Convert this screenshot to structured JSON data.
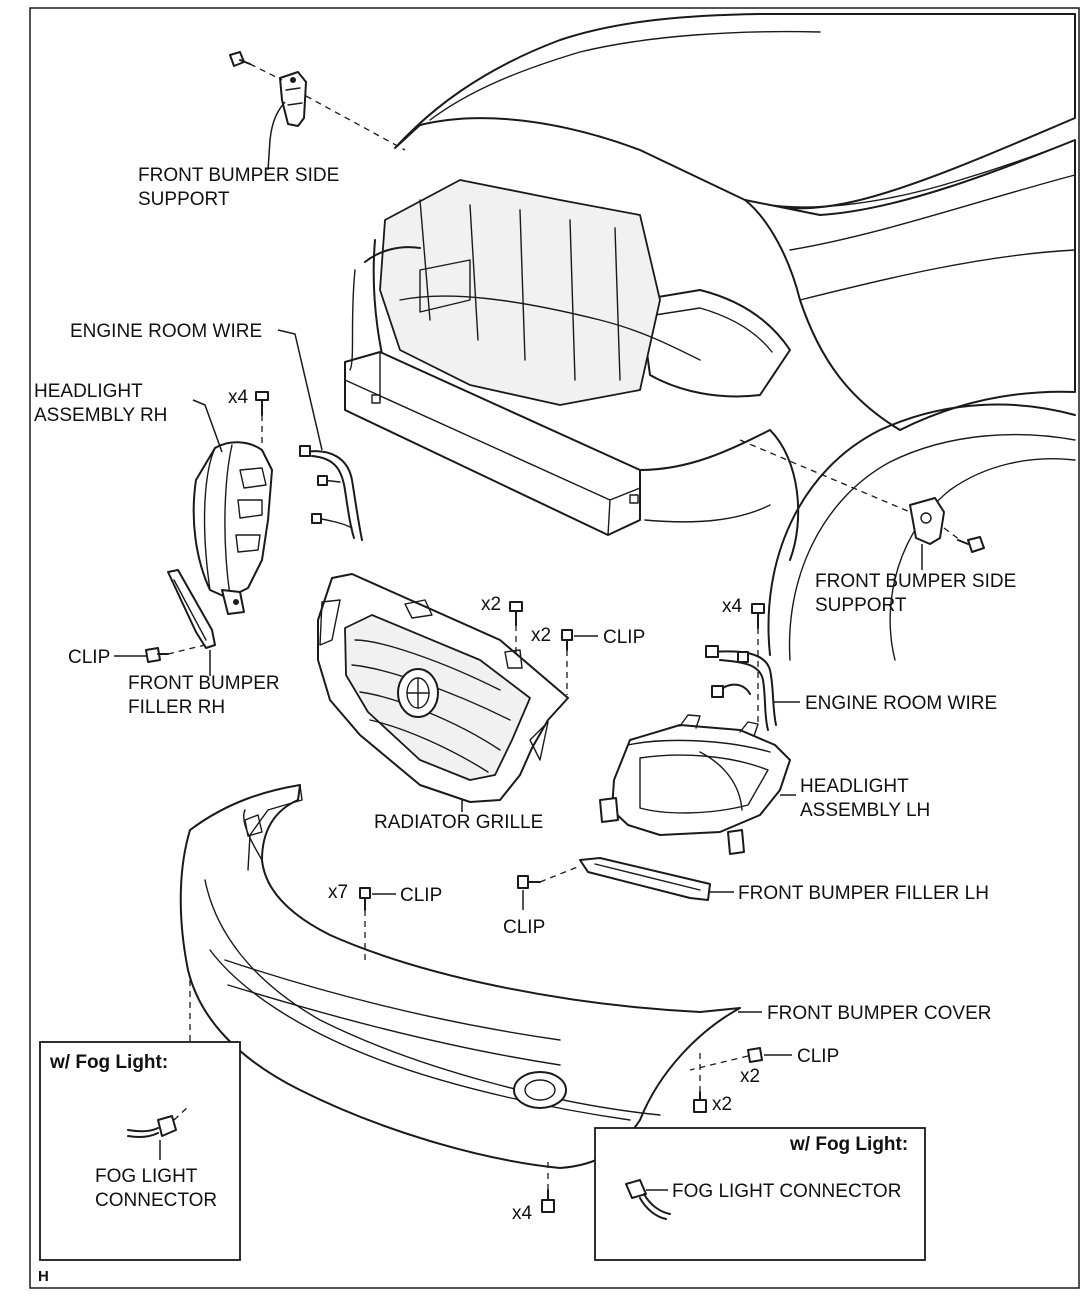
{
  "labels": {
    "side_support_top_1": "FRONT BUMPER SIDE",
    "side_support_top_2": "SUPPORT",
    "side_support_right_1": "FRONT BUMPER SIDE",
    "side_support_right_2": "SUPPORT",
    "engine_room_wire_rh": "ENGINE ROOM WIRE",
    "headlight_rh_1": "HEADLIGHT",
    "headlight_rh_2": "ASSEMBLY RH",
    "qty_x4_headlight_rh": "x4",
    "clip_rh": "CLIP",
    "filler_rh_1": "FRONT BUMPER",
    "filler_rh_2": "FILLER RH",
    "radiator_grille": "RADIATOR GRILLE",
    "qty_x2_grille_bolt": "x2",
    "qty_x2_grille_clip": "x2",
    "clip_grille": "CLIP",
    "qty_x4_headlight_lh": "x4",
    "engine_room_wire_lh": "ENGINE ROOM WIRE",
    "headlight_lh_1": "HEADLIGHT",
    "headlight_lh_2": "ASSEMBLY LH",
    "qty_x7_bumper_clip": "x7",
    "clip_bumper_top": "CLIP",
    "clip_filler_lh": "CLIP",
    "filler_lh": "FRONT BUMPER FILLER LH",
    "bumper_cover": "FRONT BUMPER COVER",
    "clip_bumper_side": "CLIP",
    "qty_x2_bumper_clip": "x2",
    "qty_x2_bumper_bolt": "x2",
    "qty_x4_bumper_bottom": "x4",
    "fog_box_left_title": "w/ Fog Light:",
    "fog_connector_left_1": "FOG LIGHT",
    "fog_connector_left_2": "CONNECTOR",
    "fog_box_right_title": "w/ Fog Light:",
    "fog_connector_right": "FOG LIGHT CONNECTOR",
    "corner_mark": "H"
  }
}
